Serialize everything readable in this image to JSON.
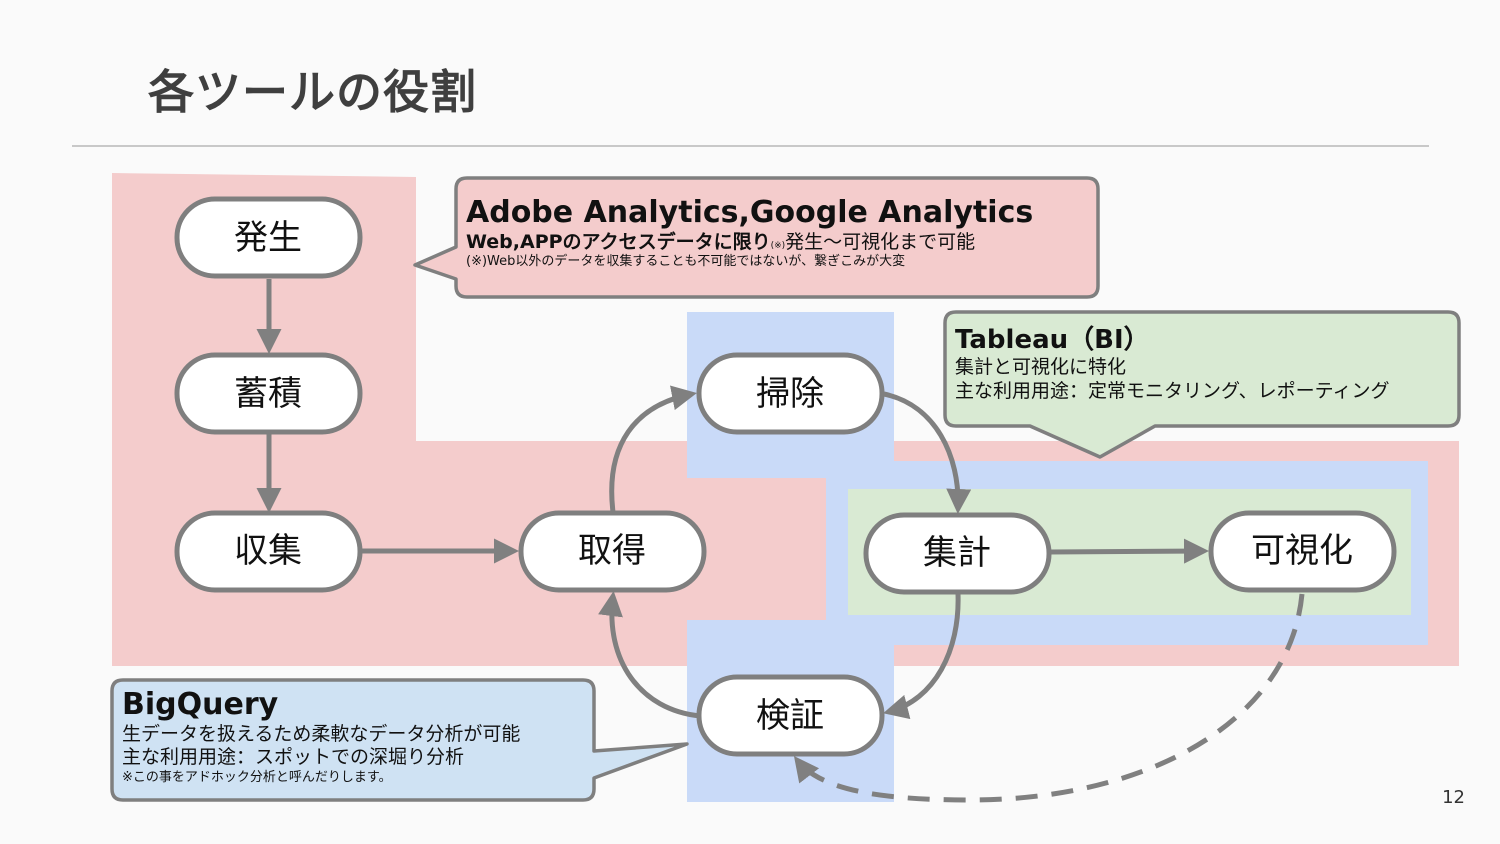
{
  "slide": {
    "title": "各ツールの役割",
    "page_number": "12"
  },
  "nodes": {
    "hassei": "発生",
    "chikuseki": "蓄積",
    "shushu": "収集",
    "shutoku": "取得",
    "soji": "掃除",
    "kensho": "検証",
    "shukei": "集計",
    "kashika": "可視化"
  },
  "callouts": {
    "adobe": {
      "heading": "Adobe Analytics,Google Analytics",
      "line1_bold": "Web,APPのアクセスデータに限り",
      "line1_mark": "(※)",
      "line1_rest": "発生～可視化まで可能",
      "note": "(※)Web以外のデータを収集することも不可能ではないが、繋ぎこみが大変"
    },
    "tableau": {
      "heading": "Tableau（BI）",
      "line1": "集計と可視化に特化",
      "line2": "主な利用用途：定常モニタリング、レポーティング"
    },
    "bigquery": {
      "heading": "BigQuery",
      "line1": "生データを扱えるため柔軟なデータ分析が可能",
      "line2": "主な利用用途：スポットでの深堀り分析",
      "note": "※この事をアドホック分析と呼んだりします。"
    }
  },
  "colors": {
    "pink_region": "#f4cccc",
    "blue_region": "#c9daf8",
    "green_region": "#d9ead3",
    "bigquery_callout": "#cfe2f3",
    "node_border": "#7f7f7f",
    "arrow": "#808080"
  }
}
